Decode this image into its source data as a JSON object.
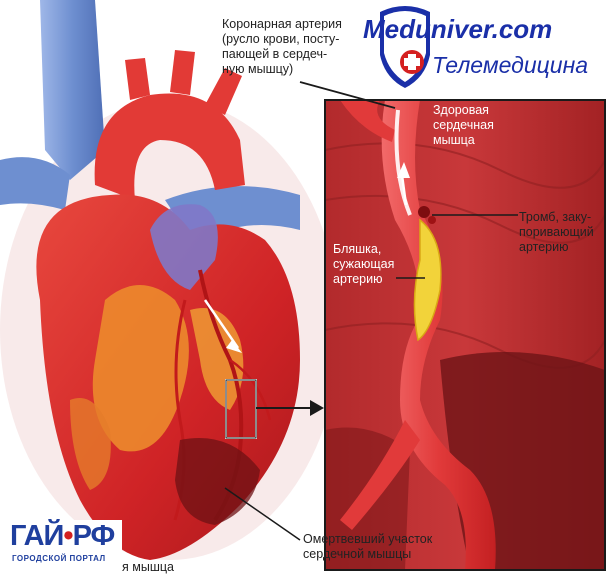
{
  "labels": {
    "coronary_artery": "Коронарная артерия\n(русло крови, посту-\nпающей в сердеч-\nную мышцу)",
    "healthy_muscle": "Здоровая\nсердечная\nмышца",
    "thrombus": "Тромб, заку-\nпоривающий\nартерию",
    "plaque": "Бляшка,\nсужающая\nартерию",
    "dead_area": "Омертвевший участок\nсердечной мышцы",
    "cut_label": "я мышца"
  },
  "brand": {
    "site": "Meduniver.com",
    "tagline": "Телемедицина",
    "logo_main": "ГАЙ",
    "logo_sep": "•",
    "logo_rf": "РФ",
    "logo_sub": "ГОРОДСКОЙ ПОРТАЛ"
  },
  "colors": {
    "heart_red": "#d8262a",
    "muscle_dark": "#8f1a1c",
    "vessel_blue": "#6e8fd0",
    "plaque_yellow": "#f2d33a",
    "brand_blue": "#1a2fa8"
  }
}
